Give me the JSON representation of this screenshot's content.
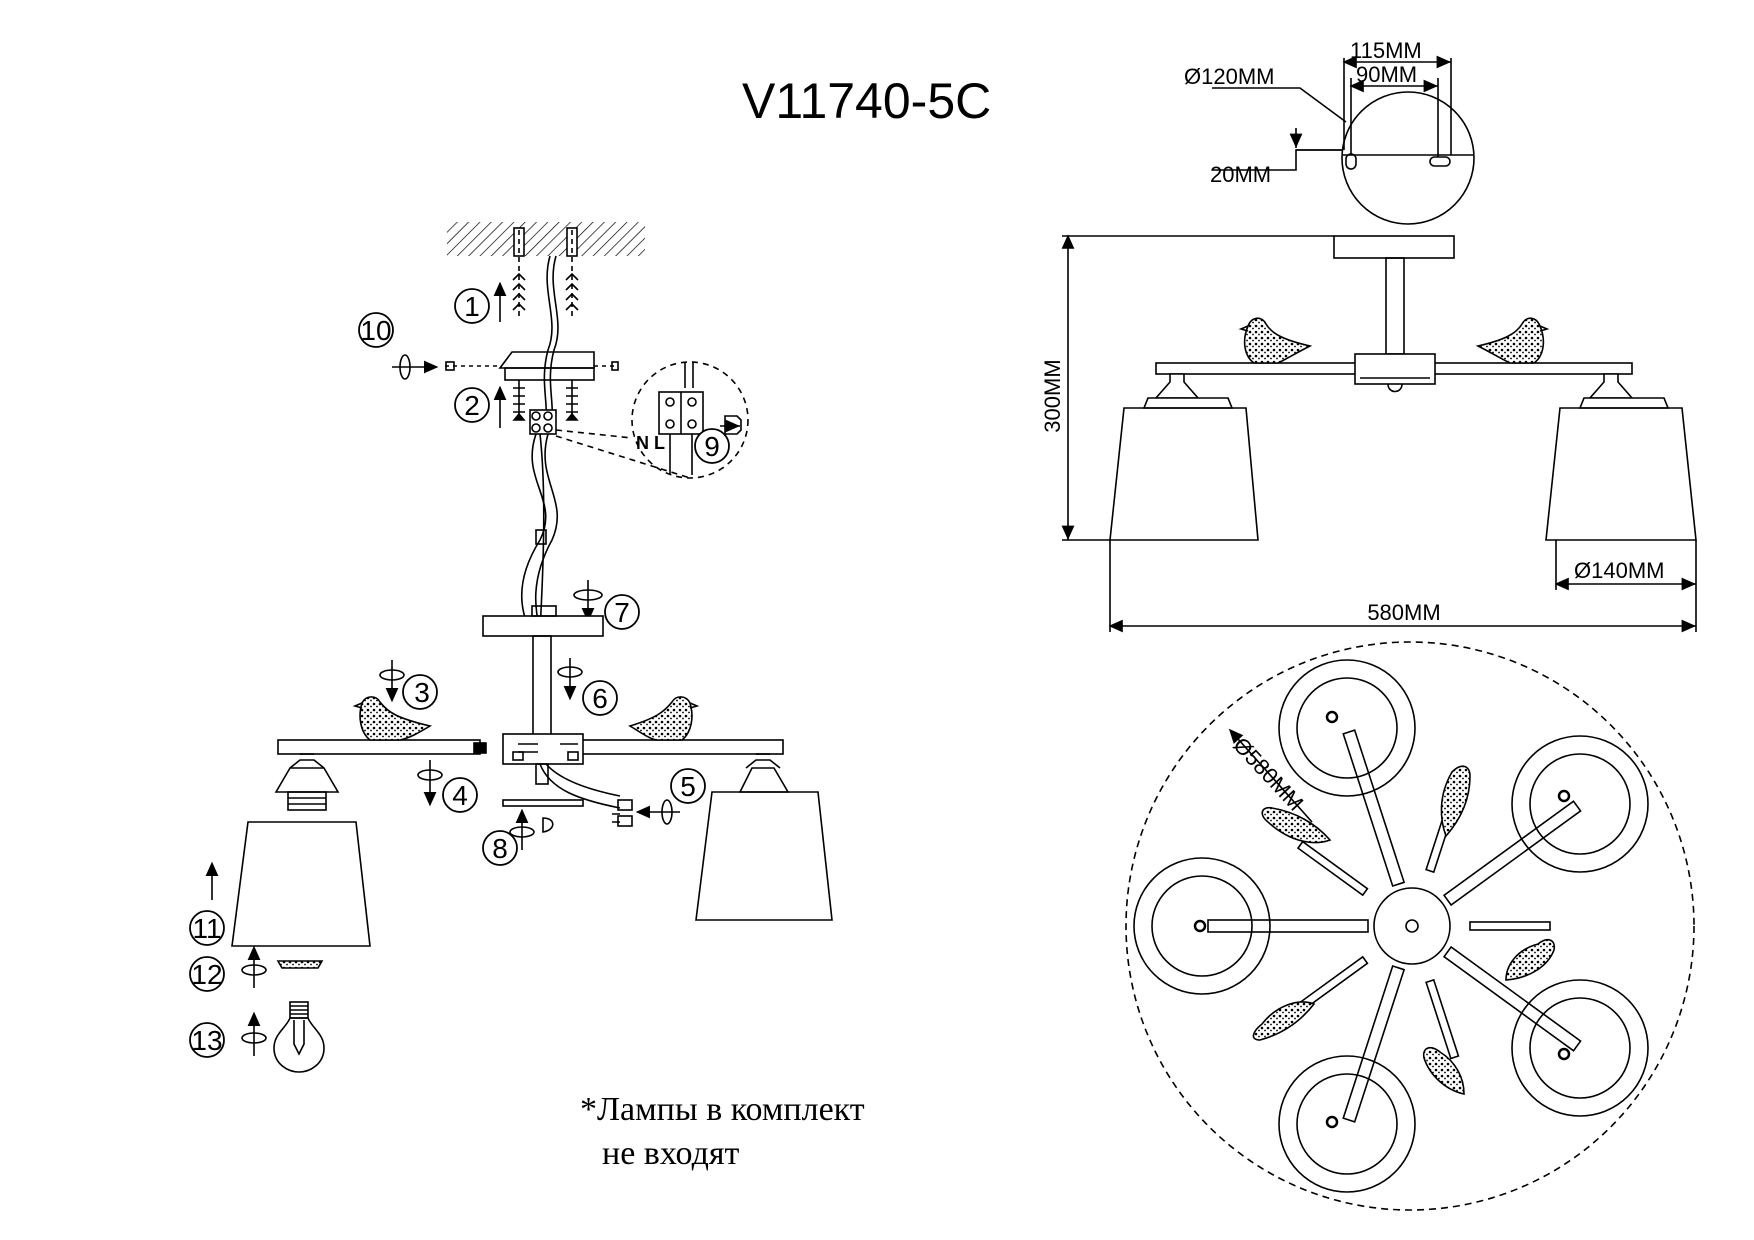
{
  "title": "V11740-5C",
  "note": {
    "line1": "*Лампы в комплект",
    "line2": "не входят"
  },
  "steps": [
    "1",
    "2",
    "3",
    "4",
    "5",
    "6",
    "7",
    "8",
    "9",
    "10",
    "11",
    "12",
    "13"
  ],
  "terminal_labels": {
    "neutral": "N",
    "live": "L"
  },
  "dimensions": {
    "plate_diameter": "Ø120MM",
    "hole_spacing_outer": "115MM",
    "hole_spacing_inner": "90MM",
    "plate_offset": "20MM",
    "height": "300MM",
    "shade_diameter": "Ø140MM",
    "width": "580MM",
    "top_view_diameter": "Ø580MM"
  }
}
